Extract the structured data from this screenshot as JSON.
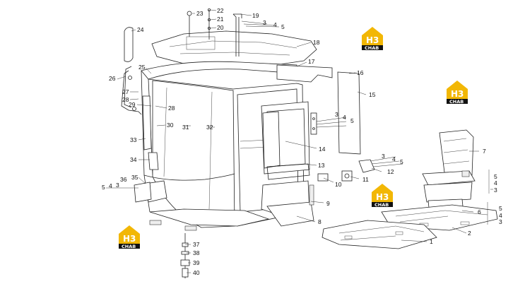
{
  "logo": {
    "mark": "H3",
    "sub": "CHAB",
    "color": "#f2b705"
  },
  "callouts": [
    "1",
    "2",
    "3",
    "4",
    "5",
    "6",
    "7",
    "8",
    "9",
    "10",
    "11",
    "12",
    "13",
    "14",
    "15",
    "16",
    "17",
    "18",
    "19",
    "20",
    "21",
    "22",
    "23",
    "24",
    "25",
    "26",
    "27",
    "28",
    "29",
    "30",
    "31",
    "32",
    "33",
    "34",
    "35",
    "36",
    "37",
    "38",
    "39",
    "40"
  ],
  "icons": [
    "cab-diagram",
    "seat",
    "floor-mat",
    "door",
    "window",
    "hinge",
    "bolt"
  ]
}
